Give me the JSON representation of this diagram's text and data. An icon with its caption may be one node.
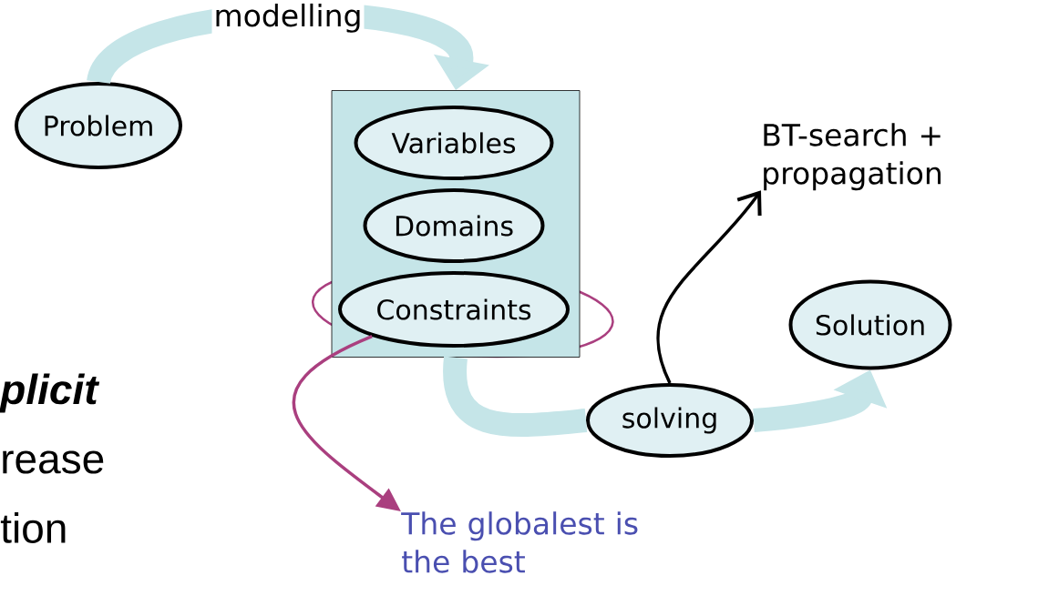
{
  "diagram": {
    "nodes": [
      {
        "text": [
          "Problem"
        ]
      },
      {
        "text": [],
        "shape": "box"
      },
      {
        "text": [
          "Variables"
        ],
        "in": 1
      },
      {
        "text": [
          "Domains"
        ],
        "in": 1
      },
      {
        "text": [
          "Constraints"
        ],
        "in": 1
      },
      {
        "text": [
          "Solution"
        ]
      },
      {
        "text": [
          "solving"
        ]
      },
      {
        "text": [
          "BT-search + propagation"
        ]
      },
      {
        "text": [
          "The globalest is the best"
        ]
      }
    ],
    "edges": [
      {
        "from": 0,
        "to": 1,
        "arrow": "to",
        "label": "modelling"
      },
      {
        "from": 1,
        "to": 6,
        "arrow": "none"
      },
      {
        "from": 6,
        "to": 5,
        "arrow": "to"
      },
      {
        "from": 6,
        "to": 7,
        "arrow": "to",
        "color": "#000000"
      },
      {
        "from": 4,
        "to": 8,
        "arrow": "to",
        "color": "#aa3f7f"
      }
    ],
    "labels": [
      "plicit",
      "rease",
      "tion"
    ]
  }
}
